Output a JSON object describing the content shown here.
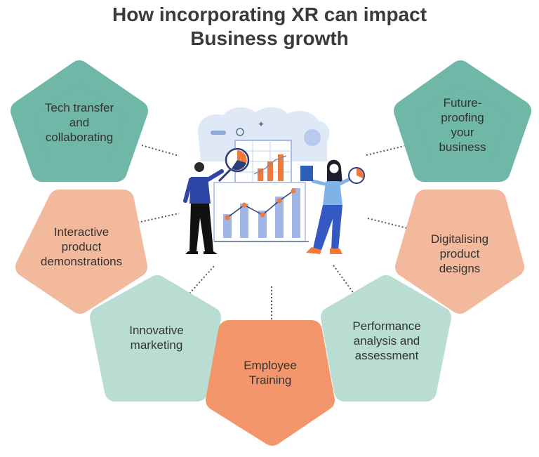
{
  "title_line1": "How incorporating XR can impact",
  "title_line2": "Business growth",
  "colors": {
    "teal": "#6fb7a6",
    "salmon": "#f2b99d",
    "mint": "#b9dcd3",
    "orange": "#f4966b",
    "connector": "#555555",
    "text": "#333333"
  },
  "nodes": [
    {
      "id": "tech-transfer",
      "lines": [
        "Tech transfer",
        "and",
        "collaborating"
      ],
      "color": "teal"
    },
    {
      "id": "interactive-demos",
      "lines": [
        "Interactive",
        "product",
        "demonstrations"
      ],
      "color": "salmon"
    },
    {
      "id": "innovative-marketing",
      "lines": [
        "Innovative",
        "marketing"
      ],
      "color": "mint"
    },
    {
      "id": "employee-training",
      "lines": [
        "Employee",
        "Training"
      ],
      "color": "orange"
    },
    {
      "id": "performance-analysis",
      "lines": [
        "Performance",
        "analysis and",
        "assessment"
      ],
      "color": "mint"
    },
    {
      "id": "digitalising-designs",
      "lines": [
        "Digitalising",
        "product",
        "designs"
      ],
      "color": "salmon"
    },
    {
      "id": "future-proofing",
      "lines": [
        "Future-",
        "proofing",
        "your",
        "business"
      ],
      "color": "teal"
    }
  ]
}
